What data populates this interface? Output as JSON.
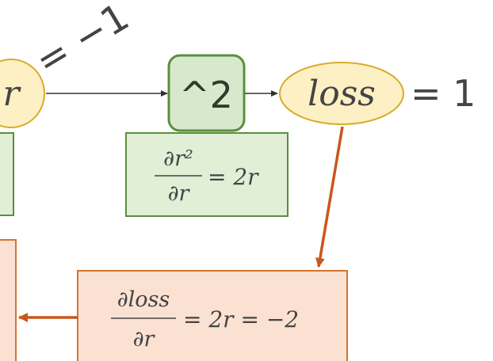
{
  "nodes": {
    "r": {
      "label": "r",
      "assign": "= −1"
    },
    "square": {
      "label": "^2"
    },
    "loss": {
      "label": "loss",
      "assign": "= 1"
    }
  },
  "derivatives": {
    "local": {
      "numerator": "∂r²",
      "denominator": "∂r",
      "rhs": "= 2r"
    },
    "chain": {
      "numerator": "∂loss",
      "denominator": "∂r",
      "rhs": "= 2r = −2"
    }
  },
  "colors": {
    "node_fill": "#fdf0c4",
    "node_stroke": "#d9ac2c",
    "op_fill": "#d7e9cc",
    "op_stroke": "#5a8f3c",
    "green_box_fill": "#e0efd6",
    "green_box_stroke": "#5a8f3c",
    "orange_box_fill": "#fbe1d2",
    "orange_box_stroke": "#d3742f",
    "grad_arrow": "#c8581b",
    "fwd_arrow": "#333333",
    "text": "#444444"
  }
}
